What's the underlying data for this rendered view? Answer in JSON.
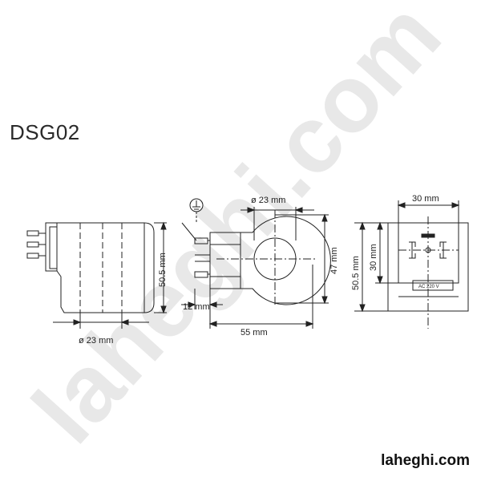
{
  "model": "DSG02",
  "site": "laheghi.com",
  "watermark": "laheghi.com",
  "side_view": {
    "height": "50.5 mm",
    "diameter": "ø 23 mm"
  },
  "front_view": {
    "bore": "ø 23 mm",
    "height": "47 mm",
    "width": "55 mm",
    "offset": "12 mm"
  },
  "connector_view": {
    "width": "30 mm",
    "height_outer": "50.5 mm",
    "height_inner": "30 mm",
    "label": "AC 220 V"
  },
  "colors": {
    "line": "#222222",
    "watermark": "#e9e9e9"
  }
}
